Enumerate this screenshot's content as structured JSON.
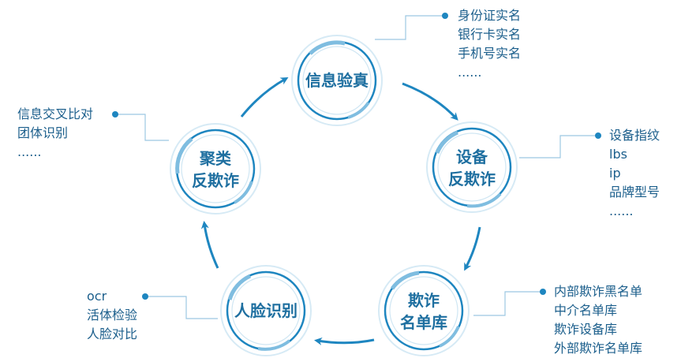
{
  "colors": {
    "accent": "#1e86c0",
    "ring_light": "#cfe6f3",
    "text": "#1c5f8c"
  },
  "nodes": [
    {
      "id": "info-verify",
      "lines": [
        "信息验真"
      ],
      "items": [
        "身份证实名",
        "银行卡实名",
        "手机号实名",
        "......"
      ]
    },
    {
      "id": "device-anti-fraud",
      "lines": [
        "设备",
        "反欺诈"
      ],
      "items": [
        "设备指纹",
        "lbs",
        "ip",
        "品牌型号",
        "......"
      ]
    },
    {
      "id": "fraud-list",
      "lines": [
        "欺诈",
        "名单库"
      ],
      "items": [
        "内部欺诈黑名单",
        "中介名单库",
        "欺诈设备库",
        "外部欺诈名单库"
      ]
    },
    {
      "id": "face-recognition",
      "lines": [
        "人脸识别"
      ],
      "items": [
        "ocr",
        "活体检验",
        "人脸对比"
      ]
    },
    {
      "id": "cluster-anti-fraud",
      "lines": [
        "聚类",
        "反欺诈"
      ],
      "items": [
        "信息交叉比对",
        "团体识别",
        "......"
      ]
    }
  ]
}
